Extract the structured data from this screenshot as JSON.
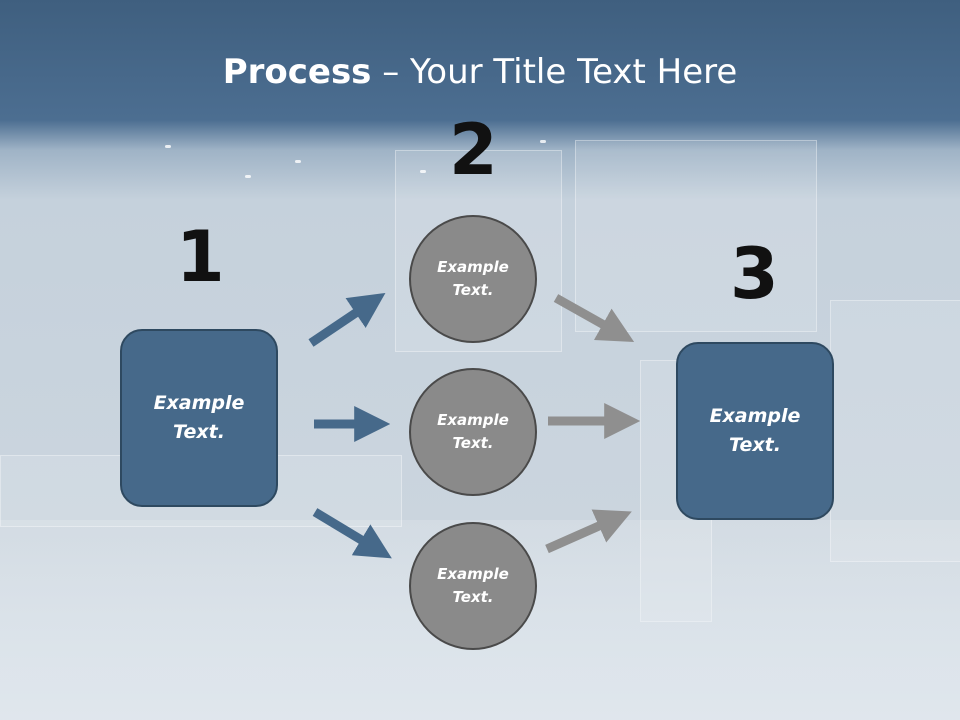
{
  "title": {
    "bold": "Process",
    "rest": " – Your Title Text Here"
  },
  "steps": {
    "one": {
      "number": "1",
      "text_line1": "Example",
      "text_line2": "Text."
    },
    "two": {
      "number": "2"
    },
    "three": {
      "number": "3",
      "text_line1": "Example",
      "text_line2": "Text."
    }
  },
  "circles": [
    {
      "line1": "Example",
      "line2": "Text."
    },
    {
      "line1": "Example",
      "line2": "Text."
    },
    {
      "line1": "Example",
      "line2": "Text."
    }
  ],
  "colors": {
    "box_fill": "#46698a",
    "circle_fill": "#8a8a8a",
    "arrow_blue": "#46698a",
    "arrow_gray": "#8f8f8f"
  }
}
